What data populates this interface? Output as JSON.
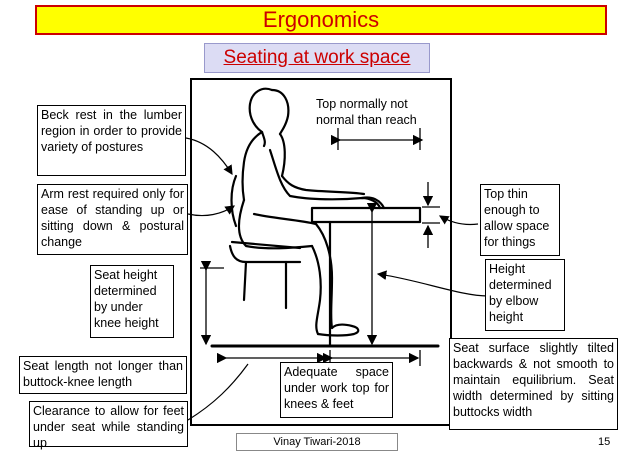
{
  "title": "Ergonomics",
  "subtitle": "Seating at work space",
  "labels": {
    "back_rest": "Beck rest in the lumber region in order to provide variety of postures",
    "arm_rest": "Arm rest required only for ease of standing up or sitting down & postural change",
    "seat_height": "Seat height determined by under knee height",
    "seat_length": "Seat length not longer than buttock-knee length",
    "clearance": "Clearance to allow for feet under seat while standing up",
    "top_reach": "Top normally not normal than reach",
    "top_thin": "Top thin enough to allow space for things",
    "height_elbow": "Height determined by elbow height",
    "seat_surface": "Seat surface slightly tilted backwards & not smooth to maintain equilibrium. Seat width determined by sitting buttocks width",
    "knee_space": "Adequate space under work top for knees & feet"
  },
  "footer": "Vinay Tiwari-2018",
  "page_number": "15"
}
